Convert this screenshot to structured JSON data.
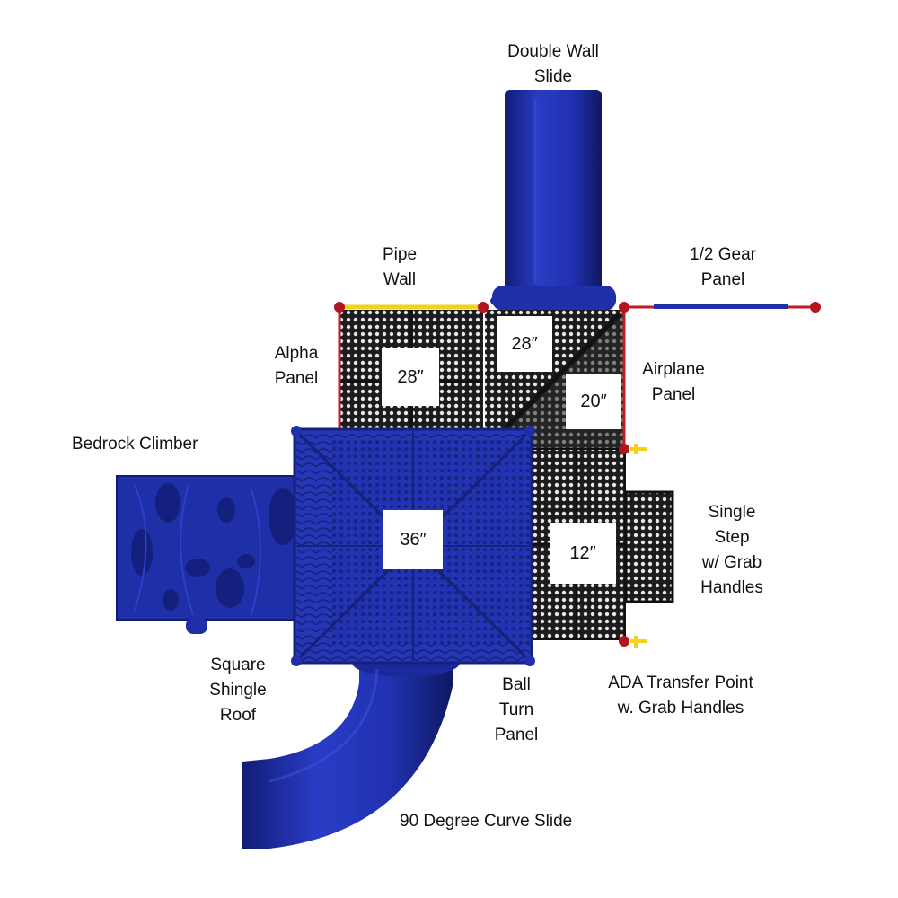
{
  "labels": {
    "double_wall_slide": [
      "Double Wall",
      "Slide"
    ],
    "pipe_wall": [
      "Pipe",
      "Wall"
    ],
    "half_gear_panel": [
      "1/2 Gear",
      "Panel"
    ],
    "alpha_panel": [
      "Alpha",
      "Panel"
    ],
    "airplane_panel": [
      "Airplane",
      "Panel"
    ],
    "bedrock_climber": "Bedrock Climber",
    "single_step": [
      "Single",
      "Step",
      "w/ Grab",
      "Handles"
    ],
    "square_shingle_roof": [
      "Square",
      "Shingle",
      "Roof"
    ],
    "ball_turn_panel": [
      "Ball",
      "Turn",
      "Panel"
    ],
    "ada_transfer_point": [
      "ADA Transfer Point",
      "w. Grab Handles"
    ],
    "curve_slide": "90 Degree Curve Slide"
  },
  "heights": {
    "alpha_deck": "28″",
    "slide_deck": "28″",
    "airplane_deck": "20″",
    "roof_deck": "36″",
    "transfer_deck": "12″"
  },
  "colors": {
    "blue": "#1f2fa8",
    "blue_dark": "#0f1a6e",
    "deck": "#222222",
    "post": "#b3141d",
    "pipe": "#f2d21b"
  }
}
